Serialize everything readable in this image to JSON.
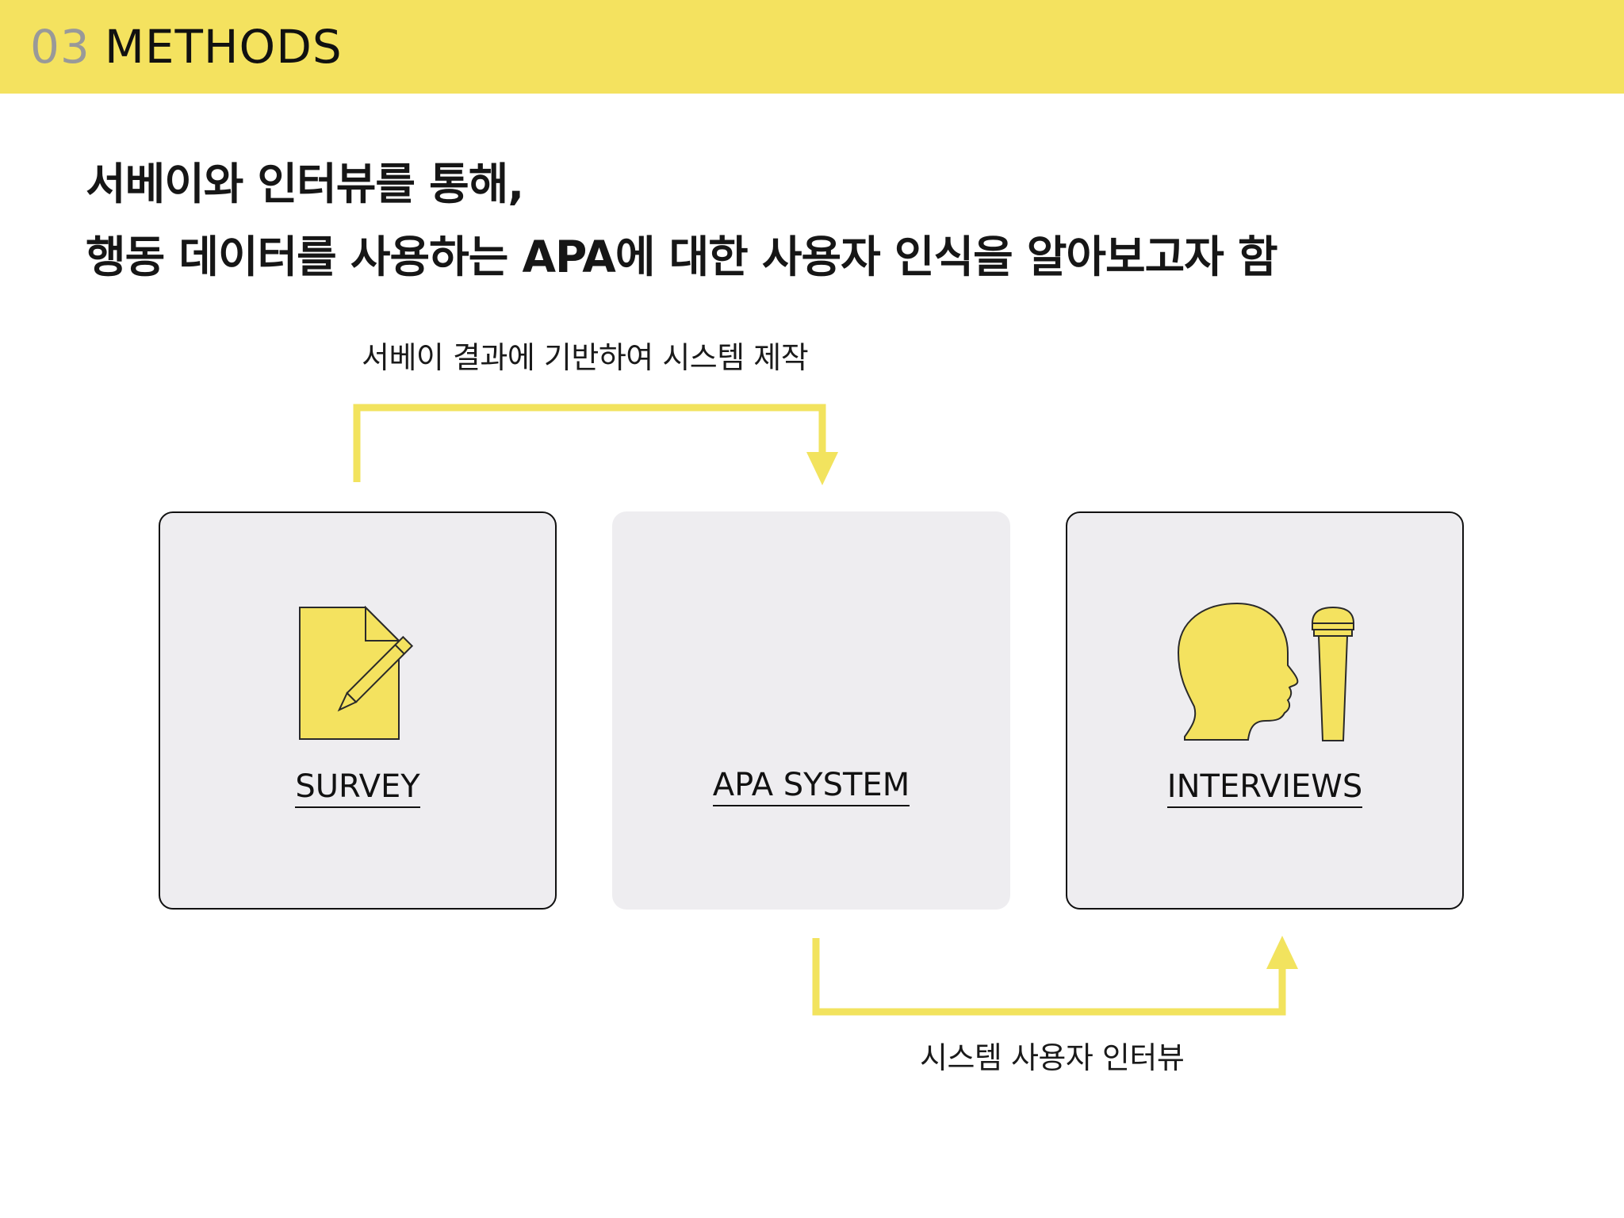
{
  "header": {
    "section_number": "03",
    "section_name": "METHODS",
    "band_color": "#f4e25f"
  },
  "headline": {
    "line1": "서베이와 인터뷰를 통해,",
    "line2": "행동 데이터를 사용하는 APA에 대한 사용자 인식을 알아보고자 함"
  },
  "flow": {
    "top_label": "서베이 결과에 기반하여 시스템 제작",
    "bottom_label": "시스템 사용자 인터뷰",
    "arrow_color": "#f2e35e"
  },
  "cards": [
    {
      "label": "SURVEY",
      "icon": "document-pencil-icon"
    },
    {
      "label": "APA SYSTEM",
      "icon": ""
    },
    {
      "label": "INTERVIEWS",
      "icon": "head-microphone-icon"
    }
  ],
  "accent_color": "#f4e25f"
}
